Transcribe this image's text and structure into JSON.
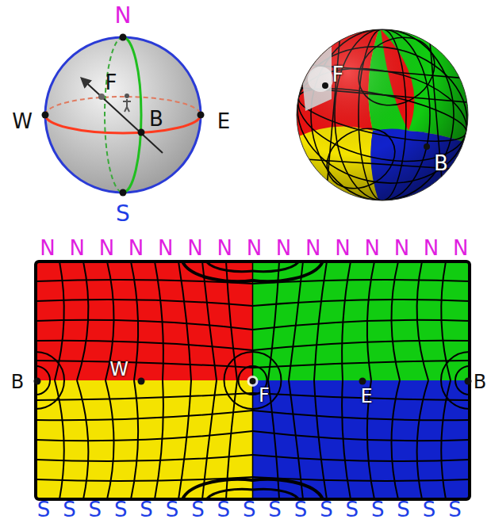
{
  "diagram": {
    "labels": [
      "N",
      "F",
      "W",
      "B",
      "E",
      "S",
      "F",
      "B",
      "N",
      "N",
      "N",
      "N",
      "N",
      "N",
      "N",
      "N",
      "N",
      "N",
      "N",
      "N",
      "N",
      "N",
      "N",
      "B",
      "W",
      "F",
      "E",
      "B",
      "S",
      "S",
      "S",
      "S",
      "S",
      "S",
      "S",
      "S",
      "S",
      "S",
      "S",
      "S",
      "S",
      "S",
      "S",
      "S",
      "S"
    ]
  }
}
